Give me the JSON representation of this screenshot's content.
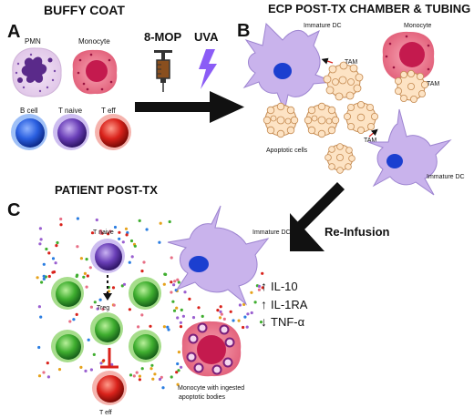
{
  "panels": {
    "a": {
      "letter": "A",
      "title": "BUFFY COAT"
    },
    "b": {
      "letter": "B",
      "title": "ECP POST-TX CHAMBER & TUBING"
    },
    "c": {
      "letter": "C",
      "title": "PATIENT POST-TX"
    }
  },
  "panel_a": {
    "pmn": "PMN",
    "monocyte": "Monocyte",
    "b_cell": "B cell",
    "t_naive": "T naive",
    "t_eff": "T eff"
  },
  "treatment": {
    "drug": "8-MOP",
    "light": "UVA"
  },
  "panel_b": {
    "immature_dc_top": "Immature DC",
    "monocyte": "Monocyte",
    "tam_1": "TAM",
    "tam_2": "TAM",
    "tam_3": "TAM",
    "apoptotic_cells": "Apoptotic cells",
    "immature_dc_bottom": "Immature DC"
  },
  "reinfusion": "Re-Infusion",
  "panel_c": {
    "t_naive": "T naive",
    "treg": "Treg",
    "t_eff": "T eff",
    "immature_dc": "Immature DC",
    "monocyte_line1": "Monocyte with ingested",
    "monocyte_line2": "apoptotic bodies"
  },
  "cytokines": [
    {
      "arrow": "↑",
      "label": "IL-10"
    },
    {
      "arrow": "↑",
      "label": "IL-1RA"
    },
    {
      "arrow": "↓",
      "label": "TNF-α"
    }
  ],
  "colors": {
    "dc_body": "#c9b3ec",
    "dc_nucleus": "#1b3fd0",
    "monocyte_body": "#e86f86",
    "monocyte_nucleus": "#c41a4e",
    "apoptotic": "#fde3c4",
    "treg": "#3fae2f",
    "t_eff": "#d9221b",
    "t_naive": "#6a3fb8",
    "b_cell": "#1a57d8",
    "arrow": "#111111",
    "inhibit": "#d9221b"
  }
}
